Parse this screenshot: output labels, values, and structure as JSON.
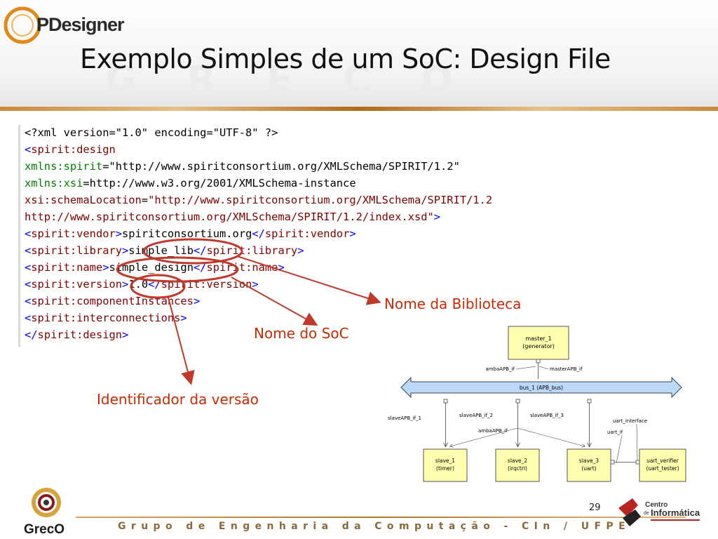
{
  "header": {
    "logo_text": "PDesigner",
    "watermark": "GRECO",
    "title": "Exemplo Simples de um SoC: Design File"
  },
  "code": {
    "lines": [
      [
        {
          "t": "<?xml version=\"1.0\" encoding=\"UTF-8\" ?>",
          "c": "c-black"
        }
      ],
      [
        {
          "t": "<",
          "c": "c-blue"
        },
        {
          "t": "spirit:design",
          "c": "c-maroon"
        }
      ],
      [
        {
          "t": "xmlns:spirit",
          "c": "c-green"
        },
        {
          "t": "=",
          "c": "c-black"
        },
        {
          "t": "\"http://www.spiritconsortium.org/XMLSchema/SPIRIT/1.2\"",
          "c": "c-black"
        }
      ],
      [
        {
          "t": "xmlns:xsi",
          "c": "c-green"
        },
        {
          "t": "=http://",
          "c": "c-black"
        },
        {
          "t": "www.w3.org/2001/XMLSchema-instance",
          "c": "c-black"
        }
      ],
      [
        {
          "t": "xsi:schemaLocation",
          "c": "c-maroon"
        },
        {
          "t": "=",
          "c": "c-black"
        },
        {
          "t": "\"http://www.spiritconsortium.org/XMLSchema/SPIRIT/1.2",
          "c": "c-maroon"
        }
      ],
      [
        {
          "t": "http://www.spiritconsortium.org/XMLSchema/SPIRIT/1.2/index.xsd\"",
          "c": "c-maroon"
        },
        {
          "t": ">",
          "c": "c-blue"
        }
      ],
      [
        {
          "t": "<",
          "c": "c-blue"
        },
        {
          "t": "spirit:vendor",
          "c": "c-maroon"
        },
        {
          "t": ">",
          "c": "c-blue"
        },
        {
          "t": "spiritconsortium.org",
          "c": "c-black"
        },
        {
          "t": "</",
          "c": "c-blue"
        },
        {
          "t": "spirit:vendor",
          "c": "c-maroon"
        },
        {
          "t": ">",
          "c": "c-blue"
        }
      ],
      [
        {
          "t": "<",
          "c": "c-blue"
        },
        {
          "t": "spirit:library",
          "c": "c-maroon"
        },
        {
          "t": ">",
          "c": "c-blue"
        },
        {
          "t": "simple_lib",
          "c": "c-black"
        },
        {
          "t": "</",
          "c": "c-blue"
        },
        {
          "t": "spirit:library",
          "c": "c-maroon"
        },
        {
          "t": ">",
          "c": "c-blue"
        }
      ],
      [
        {
          "t": "<",
          "c": "c-blue"
        },
        {
          "t": "spirit:name",
          "c": "c-maroon"
        },
        {
          "t": ">",
          "c": "c-blue"
        },
        {
          "t": "simple_design",
          "c": "c-black"
        },
        {
          "t": "</",
          "c": "c-blue"
        },
        {
          "t": "spirit:name",
          "c": "c-maroon"
        },
        {
          "t": ">",
          "c": "c-blue"
        }
      ],
      [
        {
          "t": "<",
          "c": "c-blue"
        },
        {
          "t": "spirit:version",
          "c": "c-maroon"
        },
        {
          "t": ">",
          "c": "c-blue"
        },
        {
          "t": "1.0",
          "c": "c-black"
        },
        {
          "t": "</",
          "c": "c-blue"
        },
        {
          "t": "spirit:version",
          "c": "c-maroon"
        },
        {
          "t": ">",
          "c": "c-blue"
        }
      ],
      [
        {
          "t": "<",
          "c": "c-blue"
        },
        {
          "t": "spirit:componentInstances",
          "c": "c-maroon"
        },
        {
          "t": ">",
          "c": "c-blue"
        }
      ],
      [
        {
          "t": "<",
          "c": "c-blue"
        },
        {
          "t": "spirit:interconnections",
          "c": "c-maroon"
        },
        {
          "t": ">",
          "c": "c-blue"
        }
      ],
      [
        {
          "t": "</",
          "c": "c-blue"
        },
        {
          "t": "spirit:design",
          "c": "c-maroon"
        },
        {
          "t": ">",
          "c": "c-blue"
        }
      ]
    ]
  },
  "annotations": {
    "library": "Nome da Biblioteca",
    "soc": "Nome do SoC",
    "version": "Identificador da versão"
  },
  "diagram": {
    "master": {
      "name": "master_1",
      "type": "(generator)"
    },
    "bus": {
      "name": "bus_1 (APB_bus)"
    },
    "slaves": [
      {
        "name": "slave_1",
        "type": "(timer)"
      },
      {
        "name": "slave_2",
        "type": "(irqctrl)"
      },
      {
        "name": "slave_3",
        "type": "(uart)"
      }
    ],
    "verifier": {
      "name": "uart_verifier",
      "type": "(uart_tester)"
    },
    "labels": {
      "ambaAPB_if_top": "ambaAPB_if",
      "masterAPB_if": "masterAPB_if",
      "slaveAPB_if_1": "slaveAPB_if_1",
      "slaveAPB_if_2": "slaveAPB_if_2",
      "slaveAPB_if_3": "slaveAPB_if_3",
      "ambaAPB_if_bottom": "ambaAPB_if",
      "uart_interface": "uart_interface",
      "uart_if": "uart_if"
    },
    "colors": {
      "box": "#ffffb0",
      "bus": "#bcd8f8"
    }
  },
  "footer": {
    "text": "Grupo de Engenharia da Computação - CIn / UFPE",
    "page": "29",
    "greco_logo": "GrecO",
    "cin_logo_line1": "Centro",
    "cin_logo_line2": "de",
    "cin_logo_line3": "Informática"
  }
}
